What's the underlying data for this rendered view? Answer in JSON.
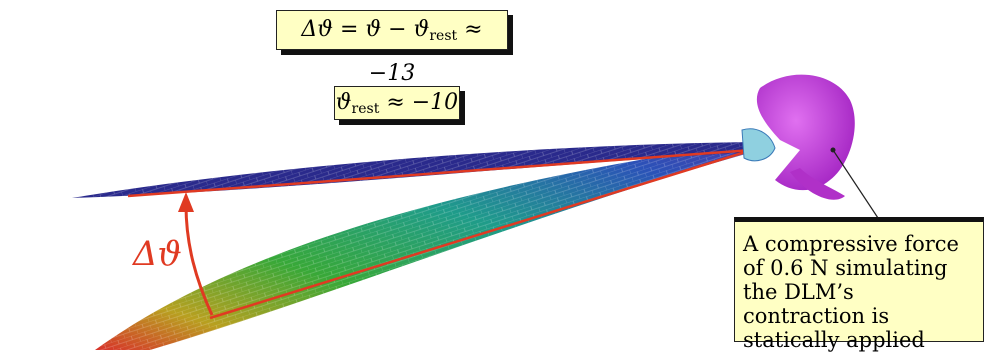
{
  "equation_box": {
    "lhs": "Δϑ = ϑ − ϑ",
    "sub": "rest",
    "rhs": " ≈ −13"
  },
  "rest_box": {
    "lhs": "ϑ",
    "sub": "rest",
    "rhs": " ≈ −10"
  },
  "angle_label": "Δϑ",
  "note": "A compressive force of 0.6 N simulating the DLM’s contraction is statically applied",
  "colors": {
    "axis_red": "#e03a22",
    "box_fill": "#ffffc4",
    "wing_upper": "#2a2a8c",
    "wing_lower_tip": "#d8322a",
    "thorax": "#c040d8"
  }
}
